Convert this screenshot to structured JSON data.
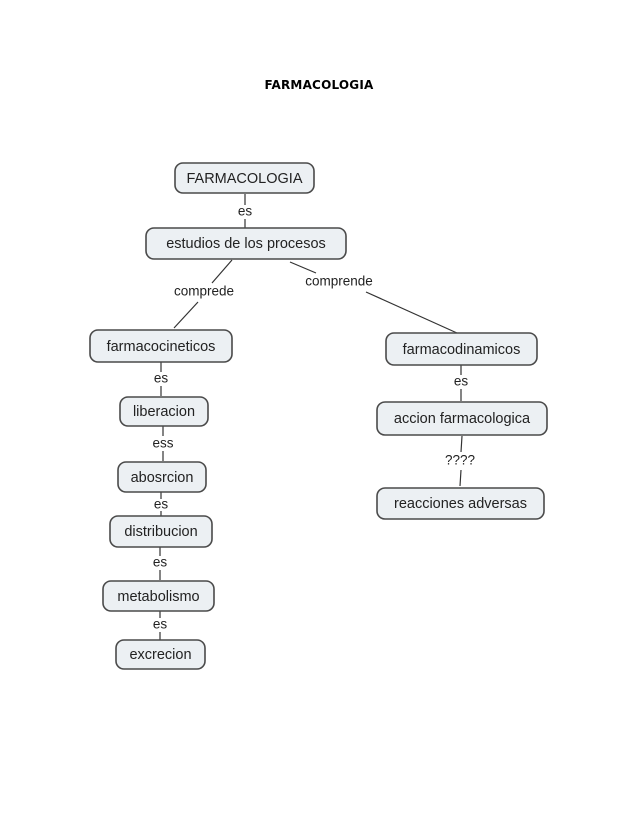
{
  "document": {
    "title": "FARMACOLOGIA"
  },
  "concept_map": {
    "nodes": {
      "farmacologia": "FARMACOLOGIA",
      "estudios": "estudios de los procesos",
      "farmacocineticos": "farmacocineticos",
      "liberacion": "liberacion",
      "abosrcion": "abosrcion",
      "distribucion": "distribucion",
      "metabolismo": "metabolismo",
      "excrecion": "excrecion",
      "farmacodinamicos": "farmacodinamicos",
      "accion": "accion farmacologica",
      "reacciones": "reacciones adversas"
    },
    "links": {
      "es_1": "es",
      "comprede": "comprede",
      "comprende": "comprende",
      "es_2": "es",
      "ess": "ess",
      "es_3": "es",
      "es_4": "es",
      "es_5": "es",
      "es_6": "es",
      "unknown": "????"
    }
  }
}
